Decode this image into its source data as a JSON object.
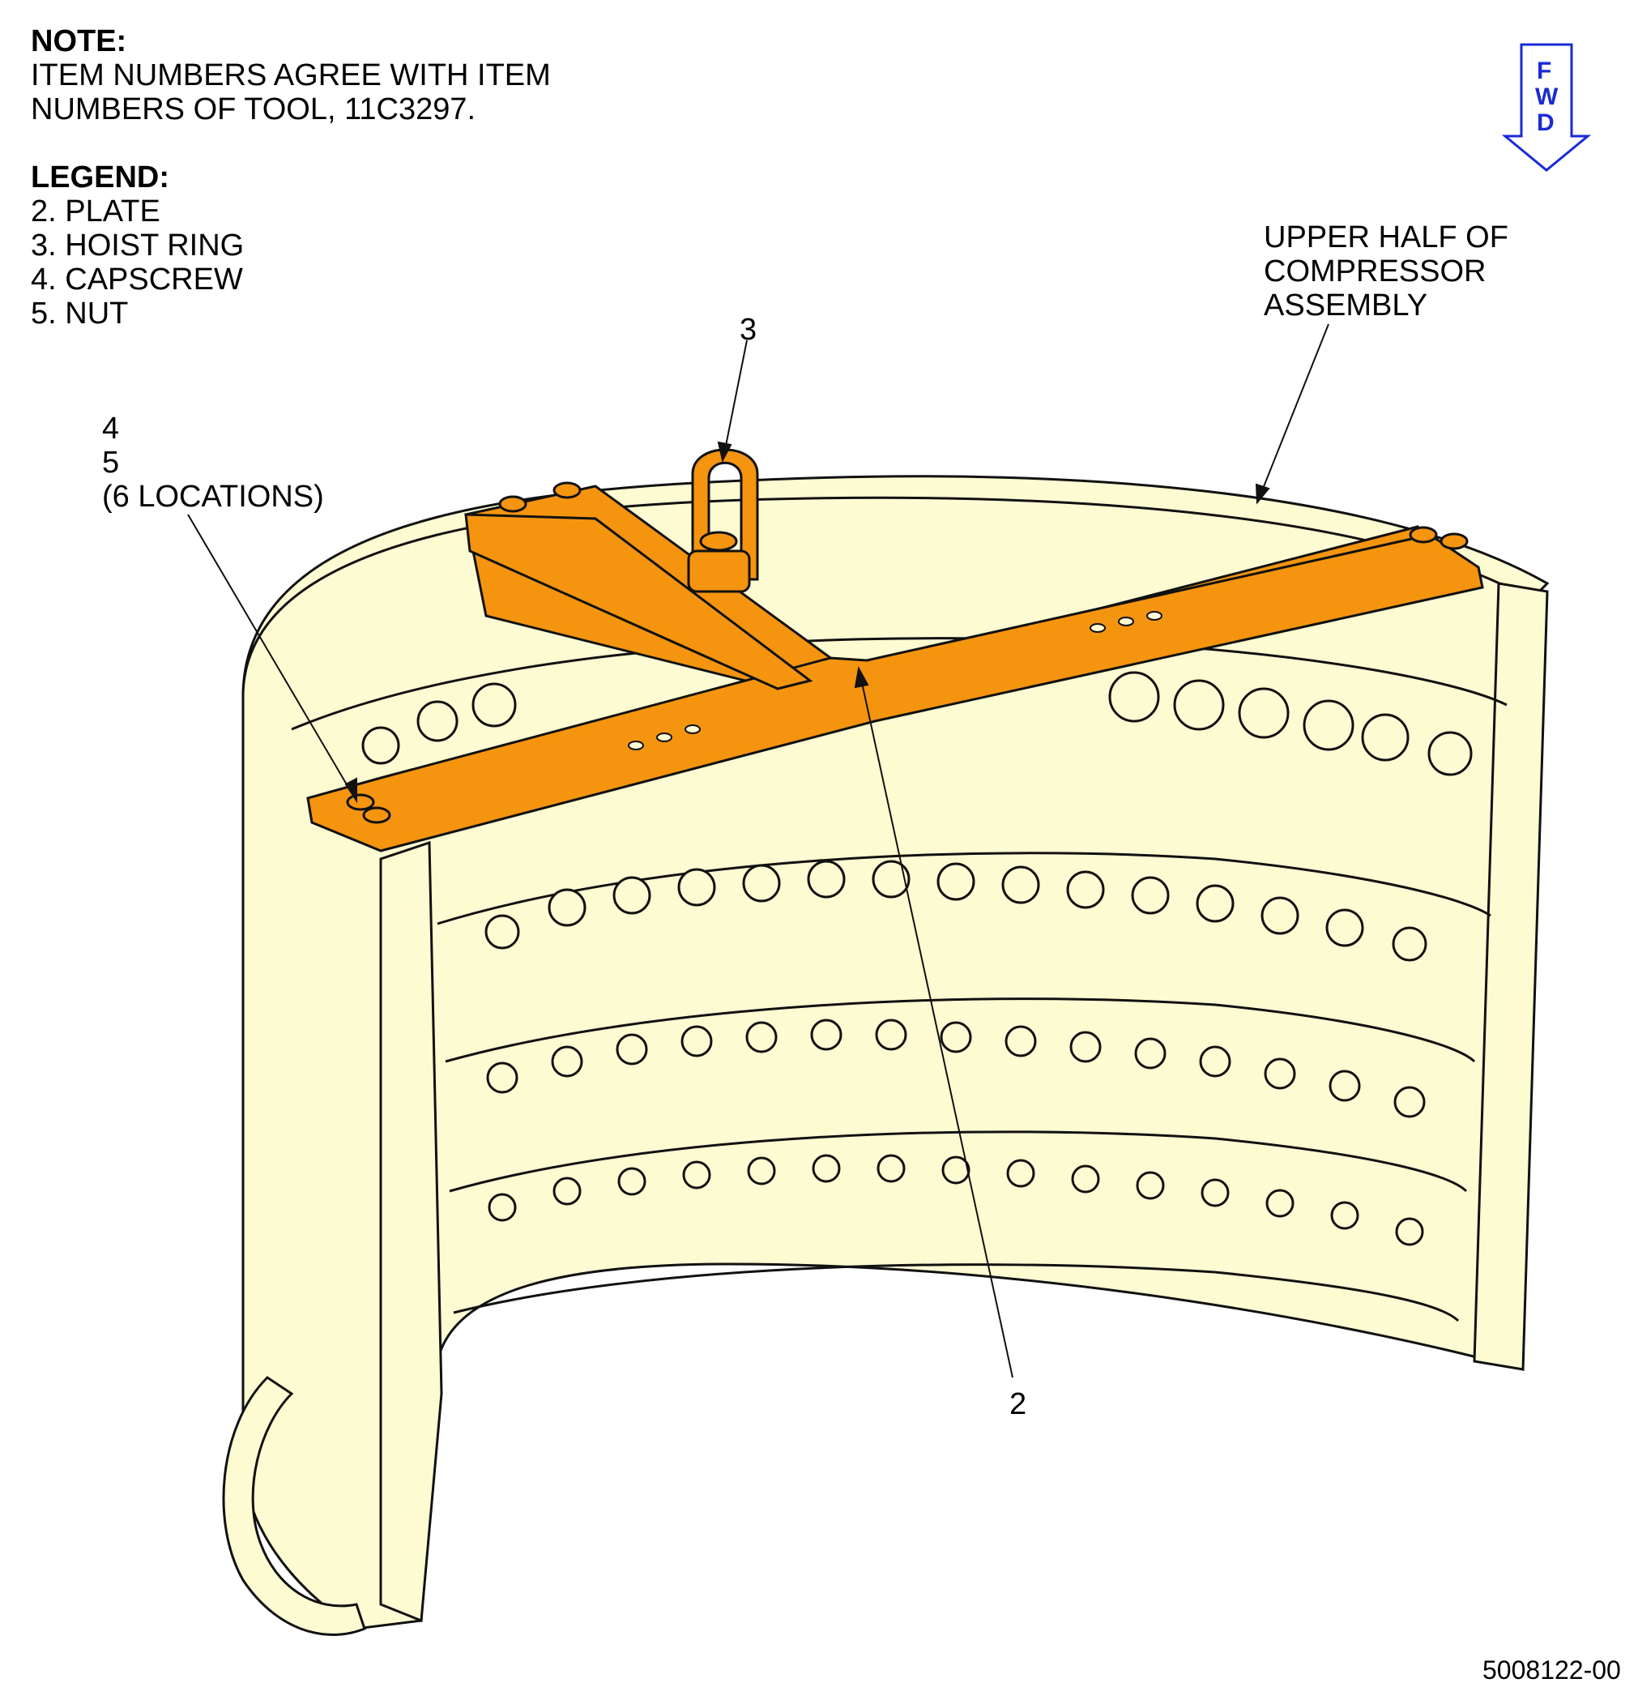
{
  "note": {
    "heading": "NOTE:",
    "lines": [
      "ITEM NUMBERS AGREE WITH ITEM",
      "NUMBERS OF TOOL, 11C3297."
    ]
  },
  "legend": {
    "heading": "LEGEND:",
    "items": [
      "2. PLATE",
      "3. HOIST RING",
      "4. CAPSCREW",
      "5. NUT"
    ]
  },
  "fwd_arrow": {
    "letters": [
      "F",
      "W",
      "D"
    ],
    "color": "#1a2bd6"
  },
  "callouts": {
    "assembly": [
      "UPPER HALF OF",
      "COMPRESSOR",
      "ASSEMBLY"
    ],
    "item3": "3",
    "item2": "2",
    "item45": [
      "4",
      "5",
      "(6 LOCATIONS)"
    ]
  },
  "figure_id": "5008122-00",
  "colors": {
    "casing": "#fdfbd2",
    "plate": "#f5940f",
    "outline": "#111111"
  }
}
